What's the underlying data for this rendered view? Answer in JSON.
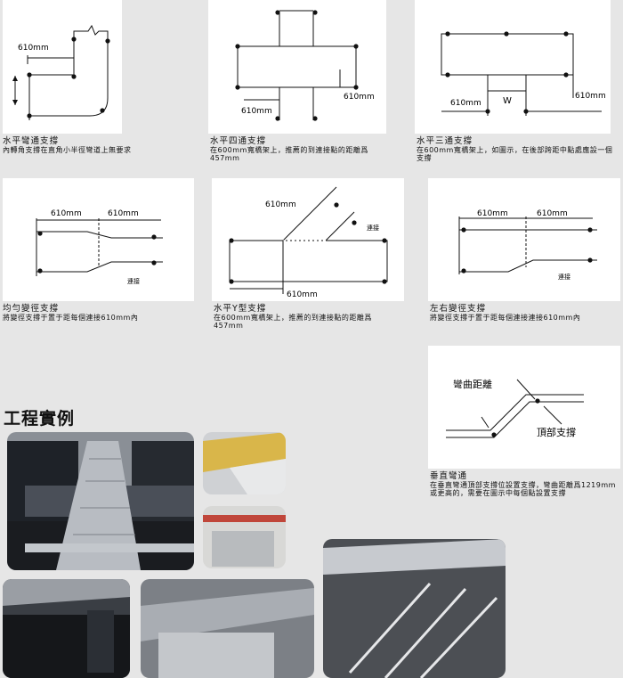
{
  "diagrams": [
    {
      "title": "水平彎通支撐",
      "desc": "內轉角支撐在直角小半徑彎道上無要求",
      "dims": [
        "610mm"
      ]
    },
    {
      "title": "水平四通支撐",
      "desc": "在600mm寬橋架上，推薦的到連接點的距離爲457mm",
      "dims": [
        "610mm",
        "610mm"
      ]
    },
    {
      "title": "水平三通支撐",
      "desc": "在600mm寬橋架上，如圖示，在後部跨距中點處應設一個支撐",
      "dims": [
        "610mm",
        "W",
        "610mm"
      ]
    },
    {
      "title": "均勻變徑支撐",
      "desc": "將變徑支撐于置于距每個連接610mm內",
      "dims": [
        "610mm",
        "610mm"
      ],
      "note": "連接"
    },
    {
      "title": "水平Y型支撐",
      "desc": "在600mm寬橋架上，推薦的到連接點的距離爲457mm",
      "dims": [
        "610mm",
        "610mm"
      ],
      "note": "連接"
    },
    {
      "title": "左右變徑支撐",
      "desc": "將變徑支撐于置于距每個連接連接610mm內",
      "dims": [
        "610mm",
        "610mm"
      ],
      "note": "連接"
    },
    {
      "title": "垂直彎通",
      "desc": "在垂直彎通頂部支撐位設置支撐，彎曲距離爲1219mm或更高的，需要在圖示中每個點設置支撐",
      "labels": [
        "彎曲距離",
        "頂部支撐"
      ]
    }
  ],
  "section_heading": "工程實例"
}
